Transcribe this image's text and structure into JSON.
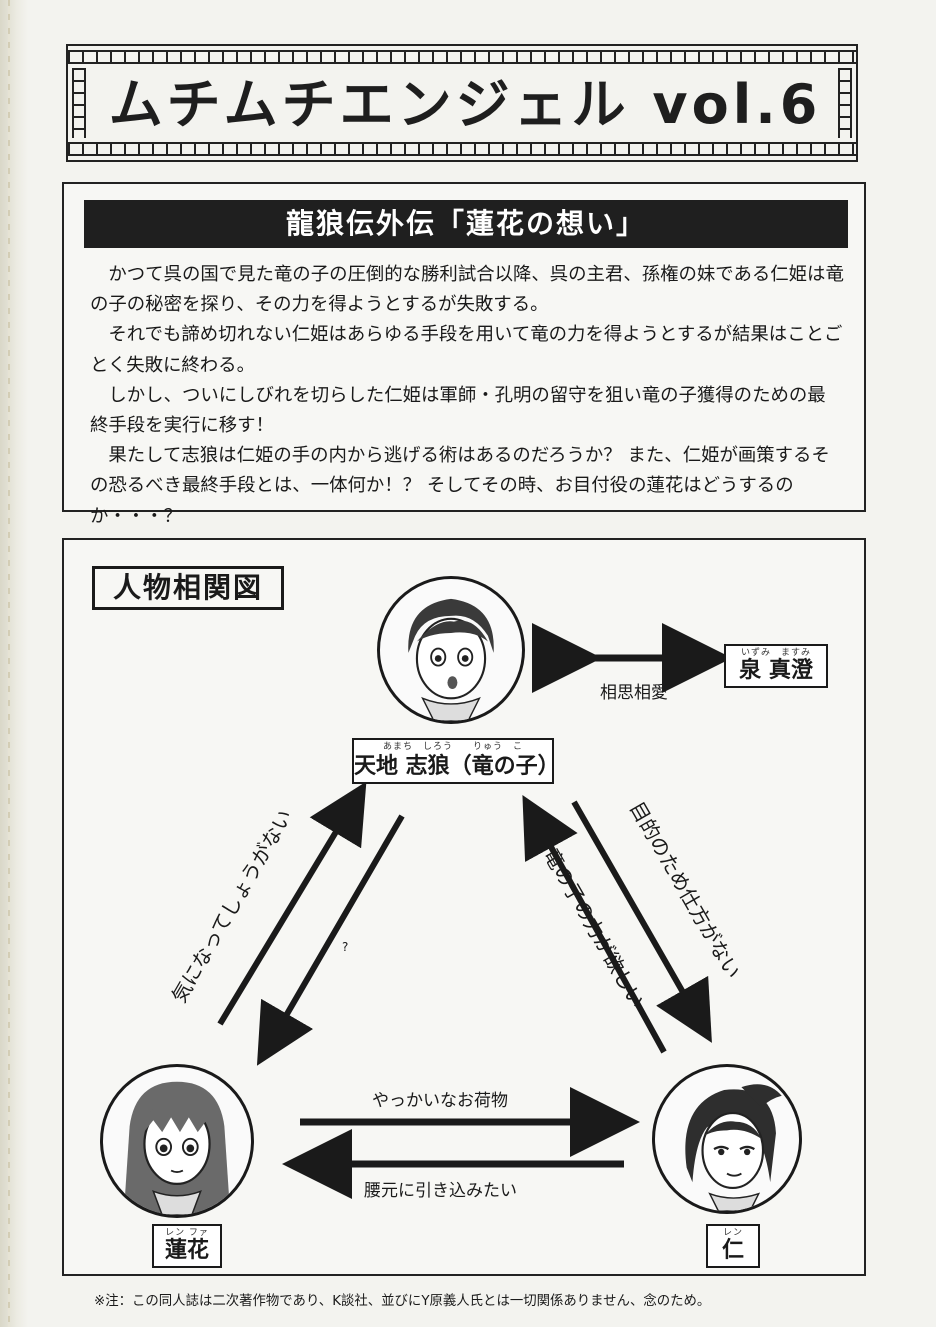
{
  "title": "ムチムチエンジェル vol.6",
  "summary": {
    "heading": "龍狼伝外伝「蓮花の想い」",
    "paragraphs": [
      "かつて呉の国で見た竜の子の圧倒的な勝利試合以降、呉の主君、孫権の妹である仁姫は竜の子の秘密を探り、その力を得ようとするが失敗する。",
      "それでも諦め切れない仁姫はあらゆる手段を用いて竜の力を得ようとするが結果はことごとく失敗に終わる。",
      "しかし、ついにしびれを切らした仁姫は軍師・孔明の留守を狙い竜の子獲得のための最終手段を実行に移す！",
      "果たして志狼は仁姫の手の内から逃げる術はあるのだろうか？ また、仁姫が画策するその恐るべき最終手段とは、一体何か！？ そしてその時、お目付役の蓮花はどうするのか・・・？"
    ]
  },
  "chart": {
    "label": "人物相関図",
    "characters": {
      "shirou": {
        "name": "天地 志狼（竜の子）",
        "ruby": "あまち　しろう　　りゅう　こ"
      },
      "izumi": {
        "name": "泉 真澄",
        "ruby": "いずみ　ますみ"
      },
      "renfa": {
        "name": "蓮花",
        "ruby": "レン ファ"
      },
      "ren": {
        "name": "仁",
        "ruby": "レン"
      }
    },
    "relations": {
      "shirou_izumi": "相思相愛",
      "renfa_to_shirou": "気になってしょうがない",
      "shirou_to_renfa": "?",
      "shirou_to_ren": "目的のため仕方がない",
      "ren_to_shirou": "竜の子の力が欲しい",
      "renfa_to_ren": "やっかいなお荷物",
      "ren_to_renfa": "腰元に引き込みたい"
    }
  },
  "footnote": "※注：この同人誌は二次著作物であり、K談社、並びにY原義人氏とは一切関係ありません、念のため。"
}
